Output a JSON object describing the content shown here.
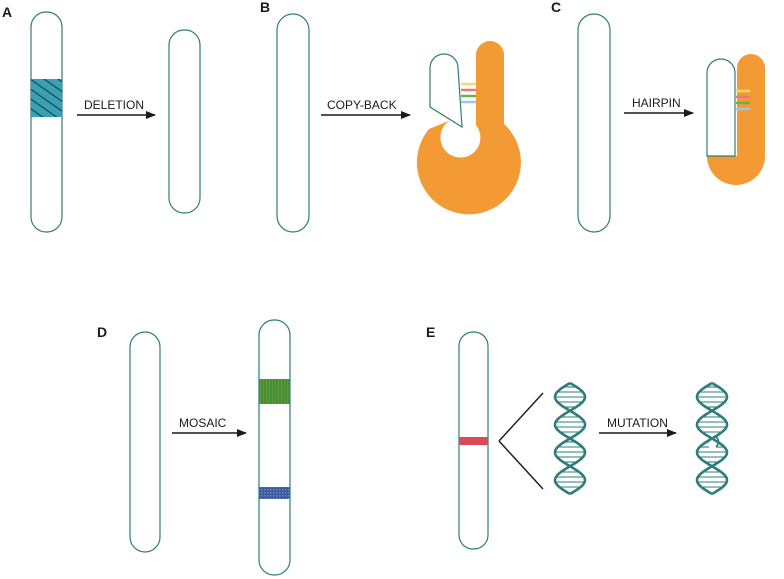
{
  "panels": {
    "a": {
      "letter": "A",
      "label": "DELETION"
    },
    "b": {
      "letter": "B",
      "label": "COPY-BACK"
    },
    "c": {
      "letter": "C",
      "label": "HAIRPIN"
    },
    "d": {
      "letter": "D",
      "label": "MOSAIC"
    },
    "e": {
      "letter": "E",
      "label": "MUTATION"
    }
  },
  "colors": {
    "outline": "#2e7d7a",
    "orange": "#f39a34",
    "hatch_blue": "#3aa1b5",
    "mosaic_green": "#5a9b3c",
    "mosaic_blue": "#3d5aa0",
    "mutation_red": "#d94a57",
    "dna": "#2e7d7a"
  },
  "stripes": [
    "#f4d870",
    "#e87a7a",
    "#6cb04a",
    "#9fc6e8"
  ]
}
